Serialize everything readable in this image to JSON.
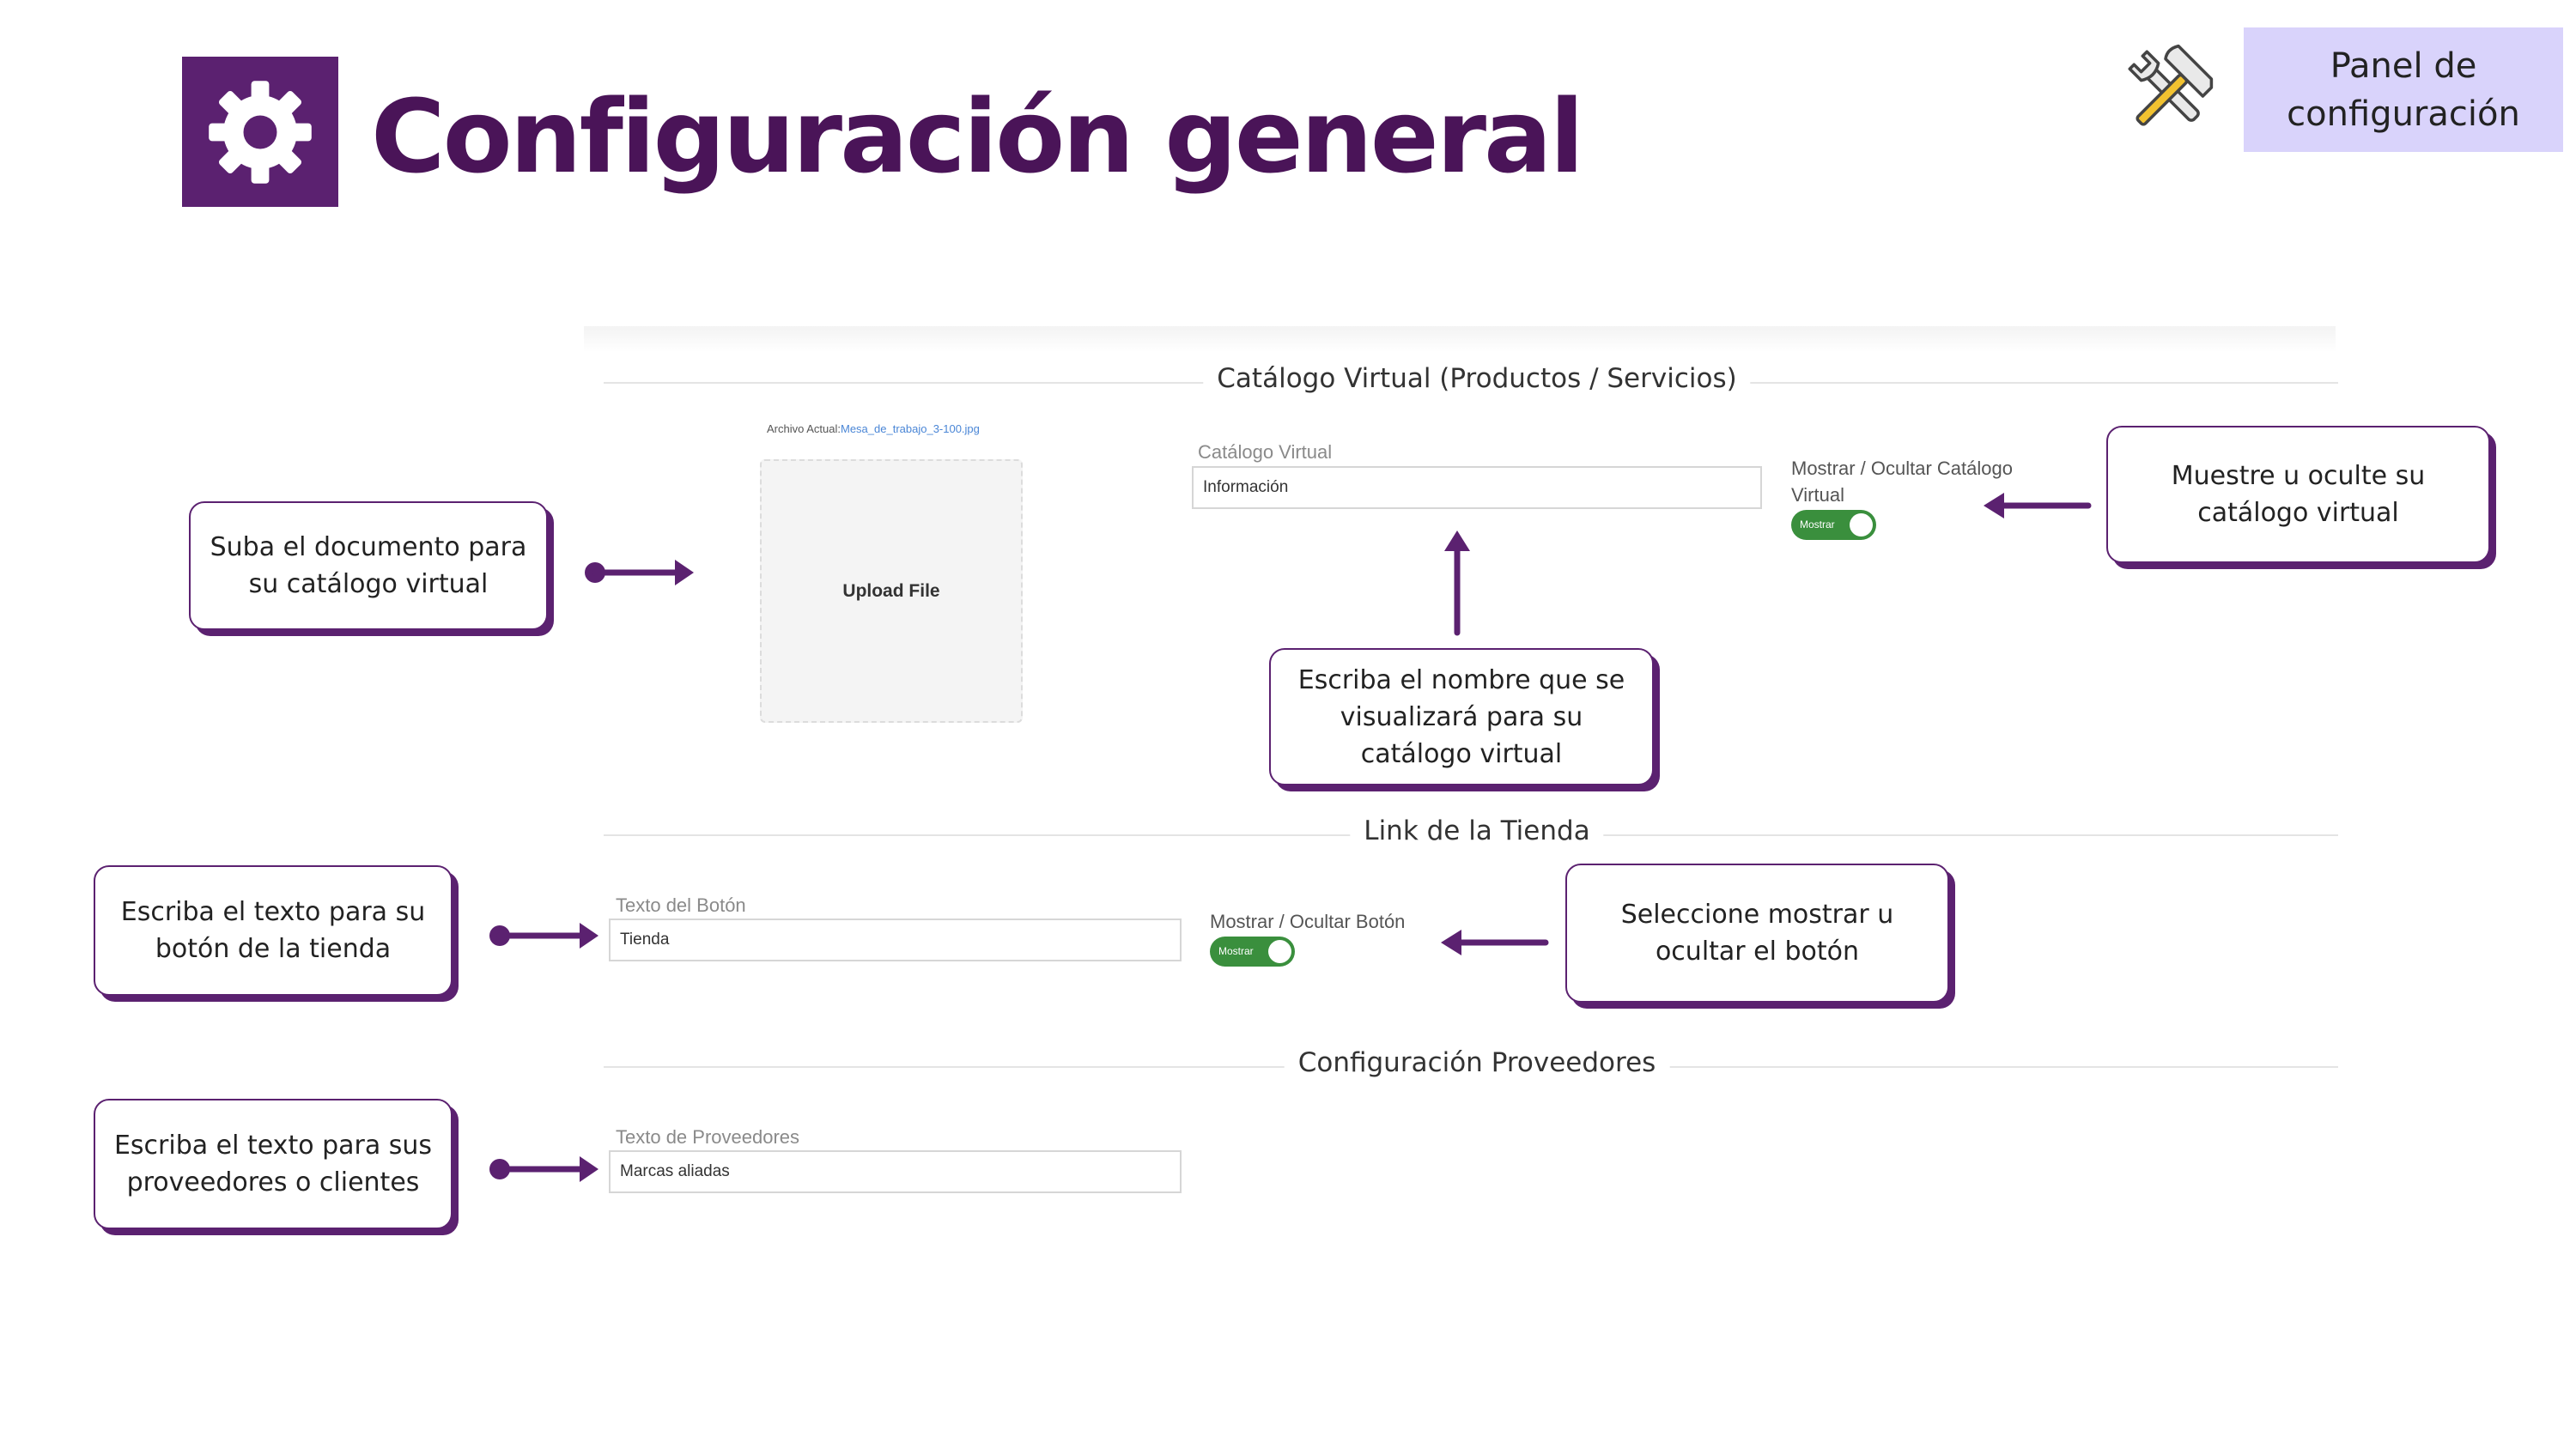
{
  "header": {
    "title": "Configuración general",
    "badge_line1": "Panel de",
    "badge_line2": "configuración"
  },
  "colors": {
    "brand_purple": "#5b2170",
    "title_purple": "#4a1458",
    "badge_background": "#d9d3fb",
    "toggle_green": "#3a8f3d",
    "link_blue": "#4a86d6"
  },
  "sections": {
    "catalog_title": "Catálogo Virtual (Productos / Servicios)",
    "store_link_title": "Link de la Tienda",
    "suppliers_title": "Configuración Proveedores"
  },
  "catalog": {
    "current_file_label": "Archivo Actual:",
    "current_file_name": "Mesa_de_trabajo_3-100.jpg",
    "upload_label": "Upload File",
    "name_label": "Catálogo Virtual",
    "name_value": "Información",
    "toggle_label_line1": "Mostrar / Ocultar Catálogo",
    "toggle_label_line2": "Virtual",
    "toggle_text": "Mostrar",
    "toggle_on": true
  },
  "store_link": {
    "button_text_label": "Texto del Botón",
    "button_text_value": "Tienda",
    "toggle_label": "Mostrar / Ocultar Botón",
    "toggle_text": "Mostrar",
    "toggle_on": true
  },
  "suppliers": {
    "text_label": "Texto de Proveedores",
    "text_value": "Marcas aliadas"
  },
  "callouts": {
    "upload": {
      "line1": "Suba el documento para",
      "line2": "su catálogo virtual"
    },
    "show_hide_catalog": {
      "line1": "Muestre u oculte su",
      "line2": "catálogo virtual"
    },
    "catalog_name": {
      "line1": "Escriba el nombre que se",
      "line2": "visualizará para su",
      "line3": "catálogo virtual"
    },
    "button_text": {
      "line1": "Escriba el texto para su",
      "line2": "botón de la tienda"
    },
    "show_hide_button": {
      "line1": "Seleccione mostrar u",
      "line2": "ocultar el botón"
    },
    "suppliers_text": {
      "line1": "Escriba el texto para sus",
      "line2": "proveedores o clientes"
    }
  },
  "icons": {
    "title_icon": "gear-icon",
    "badge_icon": "hammer-wrench-icon",
    "arrow_icon": "arrow-icon"
  }
}
